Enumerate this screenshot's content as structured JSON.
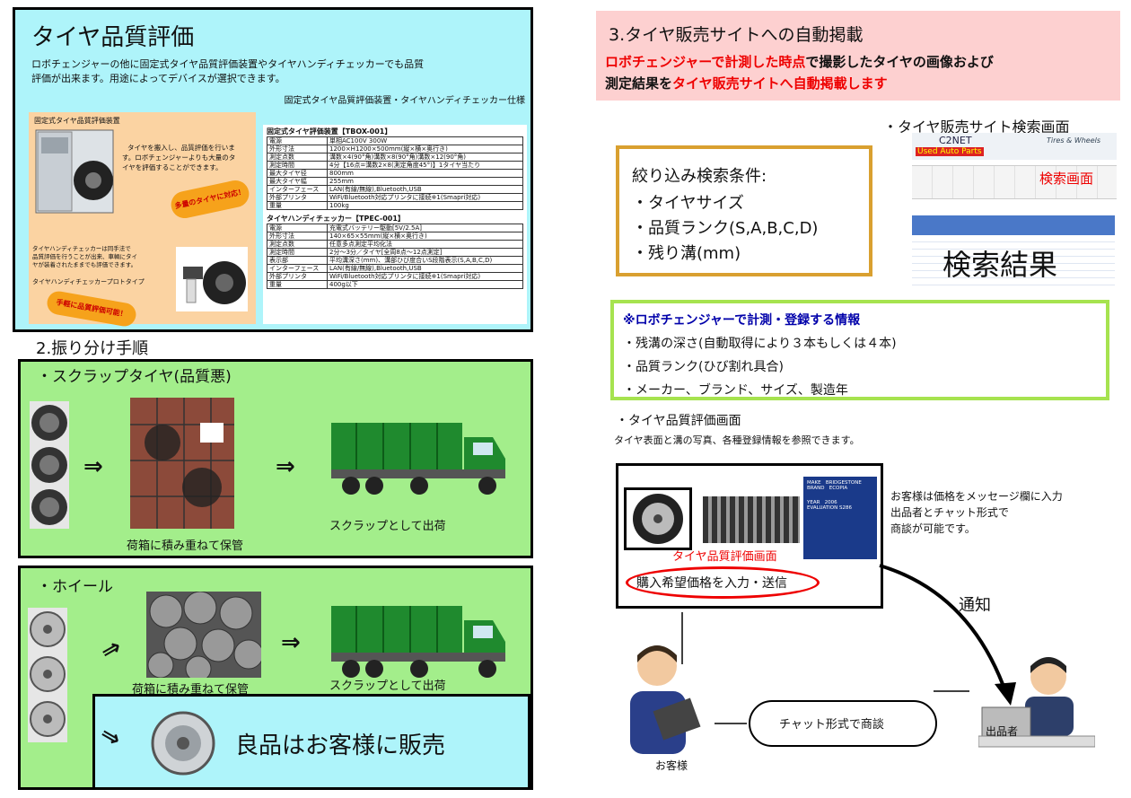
{
  "quality": {
    "title": "タイヤ品質評価",
    "desc1": "ロボチェンジャーの他に固定式タイヤ品質評価装置やタイヤハンディチェッカーでも品質",
    "desc2": "評価が出来ます。用途によってデバイスが選択できます。",
    "spec_heading": "固定式タイヤ品質評価装置・タイヤハンディチェッカー仕様",
    "fixed_label": "固定式タイヤ品質評価装置",
    "fixed_desc1": "タイヤを搬入し、品質評価を行いま",
    "fixed_desc2": "す。ロボチェンジャーよりも大量のタ",
    "fixed_desc3": "イヤを評価することができます。",
    "badge_many": "多量のタイヤに対応！",
    "handy_desc1": "タイヤハンディチェッカーは同手法で",
    "handy_desc2": "品質評価を行うことが出来、車輌にタイ",
    "handy_desc3": "ヤが装着されたままでも評価できます。",
    "handy_proto": "タイヤハンディチェッカープロトタイプ",
    "badge_easy": "手軽に品質評価可能！",
    "table1_title": "固定式タイヤ評価装置【TBOX-001】",
    "table1": [
      [
        "電源",
        "単相AC100V 300W"
      ],
      [
        "外形寸法",
        "1200×H1200×500mm(縦×横×奥行き)"
      ],
      [
        "測定点数",
        "溝数×4(90°角)溝数×8(90°角)溝数×12(90°角)"
      ],
      [
        "測定時間",
        "4分【16点=溝数2×8(測定角度45°)】1タイヤ当たり"
      ],
      [
        "最大タイヤ径",
        "800mm"
      ],
      [
        "最大タイヤ幅",
        "255mm"
      ],
      [
        "インターフェース",
        "LAN(有線/無線),Bluetooth,USB"
      ],
      [
        "外部プリンタ",
        "WiFi/Bluetooth対応プリンタに接続※1(Smapri対応)"
      ],
      [
        "重量",
        "100kg"
      ]
    ],
    "table2_title": "タイヤハンディチェッカー【TPEC-001】",
    "table2": [
      [
        "電源",
        "充電式バッテリー駆動[5V/2.5A]"
      ],
      [
        "外形寸法",
        "140×65×55mm(縦×横×奥行き)"
      ],
      [
        "測定点数",
        "任意多点測定平均化法"
      ],
      [
        "測定時間",
        "2分～3分／タイヤ[全周8点～12点測定]"
      ],
      [
        "表示部",
        "平均溝深さ(mm)、溝部ひび度合いS段階表示(S,A,B,C,D)"
      ],
      [
        "インターフェース",
        "LAN(有線/無線),Bluetooth,USB"
      ],
      [
        "外部プリンタ",
        "WiFi/Bluetooth対応プリンタに接続※1(Smapri対応)"
      ],
      [
        "重量",
        "400g以下"
      ]
    ]
  },
  "sorting": {
    "title": "2.振り分け手順",
    "scrap_title": "・スクラップタイヤ(品質悪)",
    "scrap_caption1": "荷箱に積み重ねて保管",
    "scrap_caption2": "スクラップとして出荷",
    "wheel_title": "・ホイール",
    "wheel_caption1": "荷箱に積み重ねて保管",
    "wheel_caption2": "スクラップとして出荷",
    "good_text": "良品はお客様に販売",
    "arrow": "⇒"
  },
  "posting": {
    "title": "3.タイヤ販売サイトへの自動掲載",
    "line1_red": "ロボチェンジャーで計測した時点",
    "line1_black": "で撮影したタイヤの画像および",
    "line2_black": "測定結果を",
    "line2_red": "タイヤ販売サイトへ自動掲載します",
    "search_screen_title": "・タイヤ販売サイト検索画面",
    "filter_title": "絞り込み検索条件:",
    "filters": [
      "・タイヤサイズ",
      "・品質ランク(S,A,B,C,D)",
      "・残り溝(mm)"
    ],
    "search_label": "検索画面",
    "result_label": "検索結果",
    "site_name": "C2NET",
    "site_sub": "Used Auto Parts",
    "site_tag": "Tires & Wheels",
    "info_title": "※ロボチェンジャーで計測・登録する情報",
    "info_items": [
      "・残溝の深さ(自動取得により３本もしくは４本)",
      "・品質ランク(ひび割れ具合)",
      "・メーカー、ブランド、サイズ、製造年"
    ],
    "eval_title": "・タイヤ品質評価画面",
    "eval_desc": "タイヤ表面と溝の写真、各種登録情報を参照できます。",
    "eval_screen_label": "タイヤ品質評価画面",
    "price_input": "購入希望価格を入力・送信",
    "customer_note1": "お客様は価格をメッセージ欄に入力",
    "customer_note2": "出品者とチャット形式で",
    "customer_note3": "商談が可能です。",
    "notify": "通知",
    "chat": "チャット形式で商談",
    "customer": "お客様",
    "seller": "出品者",
    "panel": {
      "make_label": "MAKE",
      "make": "BRIDGESTONE",
      "brand_label": "BRAND",
      "brand": "ECOPIA",
      "year_label": "YEAR",
      "year": "2006",
      "eval_label": "EVALUATION",
      "eval": "S286"
    }
  }
}
